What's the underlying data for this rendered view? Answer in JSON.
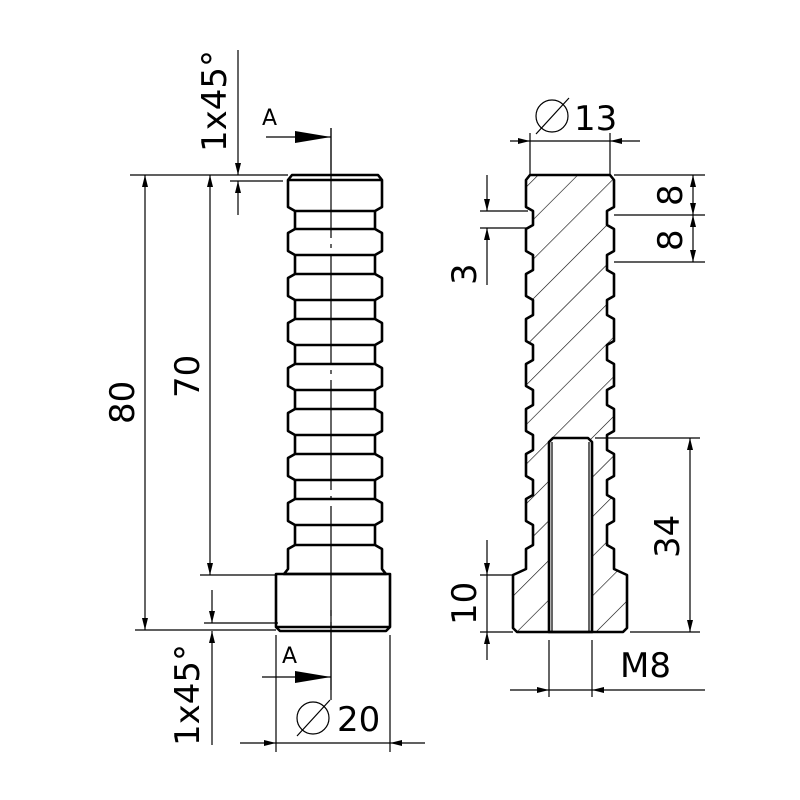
{
  "colors": {
    "line": "#000000",
    "background": "#ffffff"
  },
  "section_marks": {
    "top": "A",
    "bottom": "A"
  },
  "front_view": {
    "overall_length": "80",
    "ribbed_length": "70",
    "chamfer_top": "1x45°",
    "chamfer_bottom": "1x45°",
    "diameter_symbol": "∅",
    "diameter": "20"
  },
  "section_view": {
    "diameter_symbol": "∅",
    "diameter": "13",
    "pitch_1": "8",
    "pitch_2": "8",
    "groove_depth": "3",
    "base_height": "10",
    "thread_depth": "34",
    "thread": "M8"
  }
}
